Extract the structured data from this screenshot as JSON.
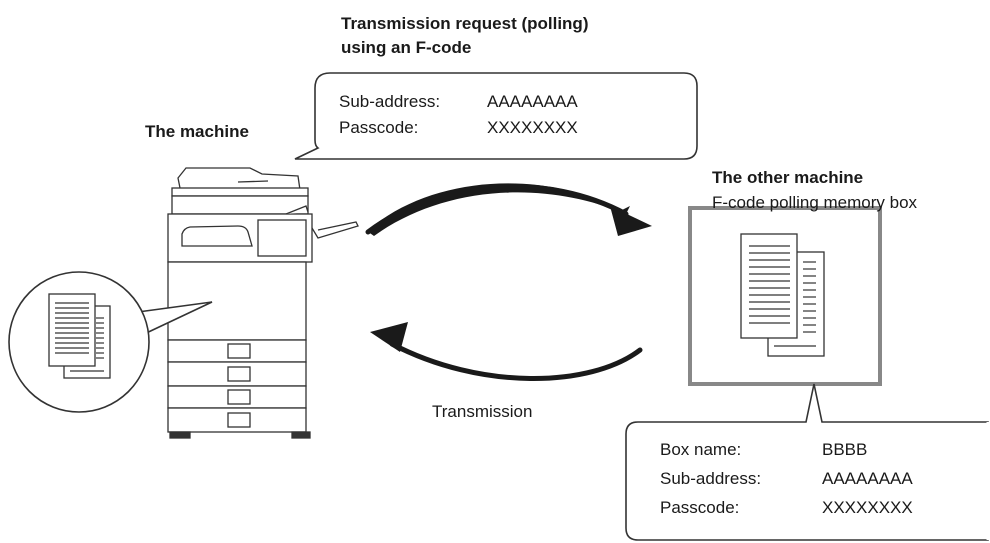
{
  "request": {
    "title_line1": "Transmission request (polling)",
    "title_line2": "using an F-code",
    "rows": [
      {
        "label": "Sub-address:",
        "value": "AAAAAAAA"
      },
      {
        "label": "Passcode:",
        "value": "XXXXXXXX"
      }
    ]
  },
  "this_machine": {
    "label": "The machine"
  },
  "other_machine": {
    "label": "The other machine",
    "sublabel": "F-code polling memory box"
  },
  "transmission_label": "Transmission",
  "box_info": {
    "rows": [
      {
        "label": "Box name:",
        "value": "BBBB"
      },
      {
        "label": "Sub-address:",
        "value": "AAAAAAAA"
      },
      {
        "label": "Passcode:",
        "value": "XXXXXXXX"
      }
    ]
  }
}
